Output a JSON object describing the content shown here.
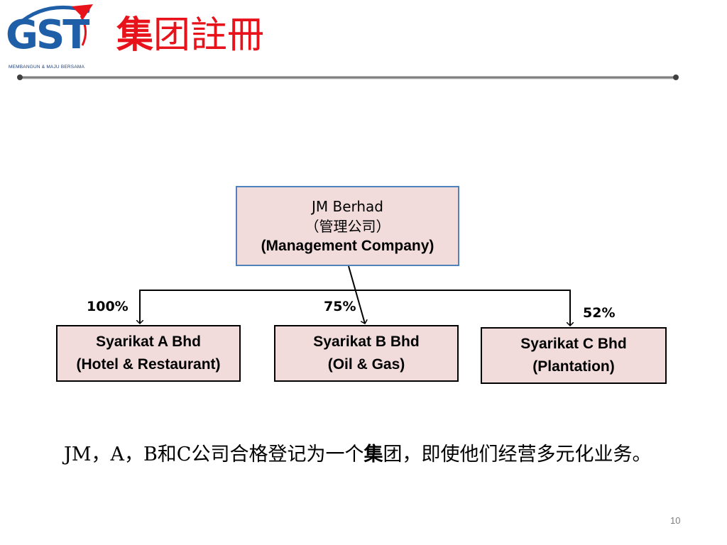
{
  "logo": {
    "text": "GST",
    "tagline": "MEMBANGUN & MAJU BERSAMA",
    "colors": {
      "primary": "#1f5fa8",
      "accent": "#e8121b"
    }
  },
  "title": {
    "part1": "集",
    "part2": "团註冊",
    "color": "#e8121b"
  },
  "diagram": {
    "parent": {
      "name": "JM Berhad",
      "name_cn": "（管理公司）",
      "name_en": "(Management Company)"
    },
    "subsidiaries": [
      {
        "name": "Syarikat A Bhd",
        "desc": "(Hotel & Restaurant)",
        "share": "100%"
      },
      {
        "name": "Syarikat B Bhd",
        "desc": "(Oil & Gas)",
        "share": "75%"
      },
      {
        "name": "Syarikat C Bhd",
        "desc": "(Plantation)",
        "share": "52%"
      }
    ]
  },
  "description": {
    "part1": "JM，A，B和C公司合格登记为一个",
    "bold": "集",
    "part2": "团，即使他们经营多元化业务。"
  },
  "page_number": "10"
}
